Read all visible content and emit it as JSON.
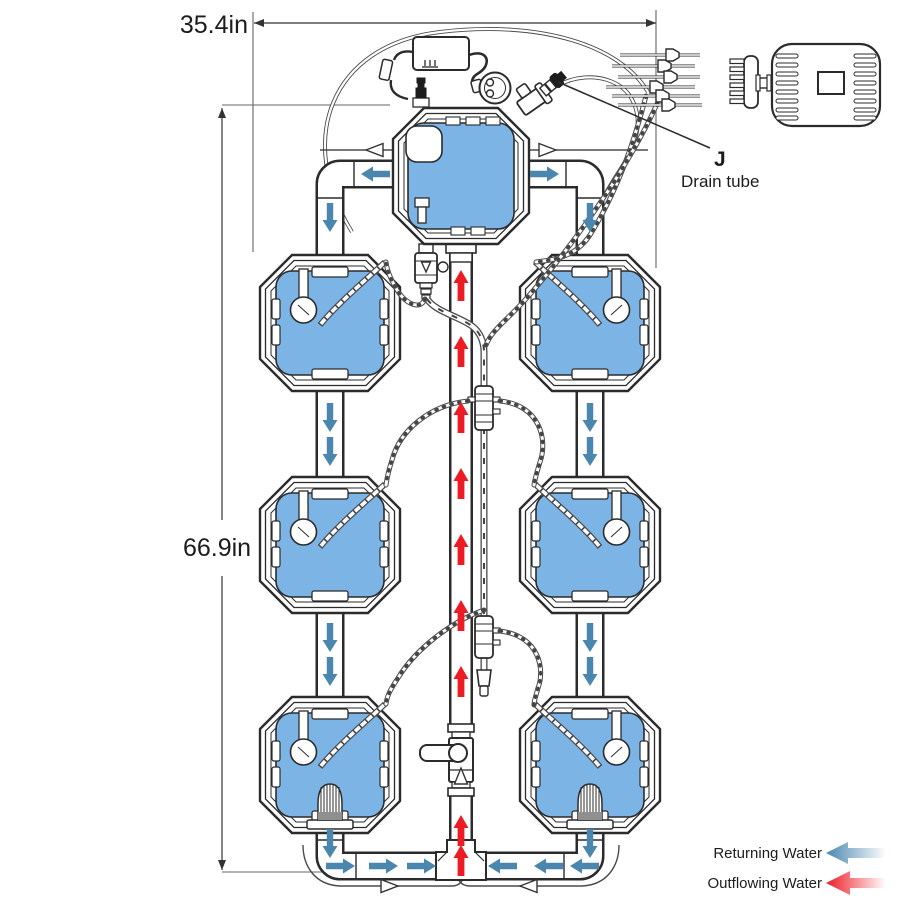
{
  "dimensions": {
    "width_label": "35.4in",
    "height_label": "66.9in"
  },
  "callout": {
    "letter": "J",
    "text": "Drain tube"
  },
  "legend": {
    "items": [
      {
        "label": "Returning Water",
        "color": "#4a86ae"
      },
      {
        "label": "Outflowing Water",
        "color": "#ed1c24"
      }
    ]
  },
  "colors": {
    "water": "#7db4e6",
    "returning_arrow": "#4a86ae",
    "outflowing_arrow": "#ed1c24",
    "line": "#2b2b2b",
    "background": "#ffffff"
  }
}
